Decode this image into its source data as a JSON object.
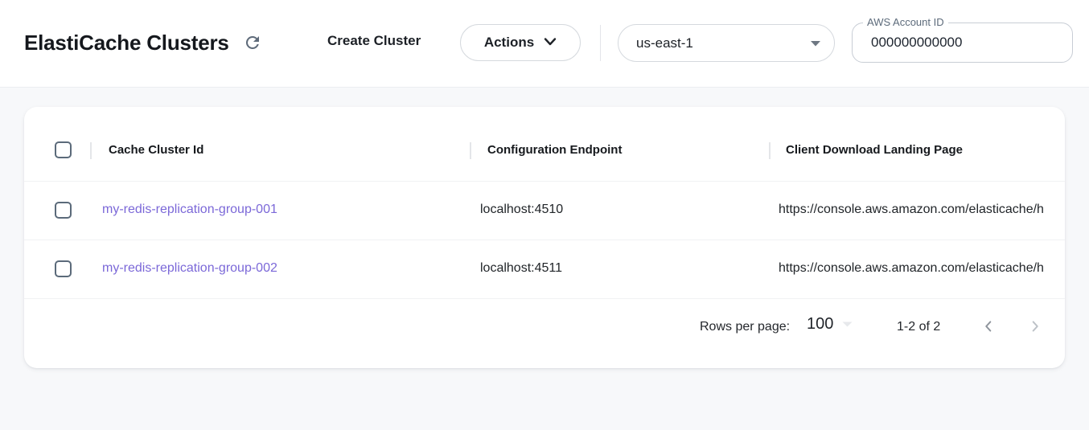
{
  "header": {
    "title": "ElastiCache Clusters",
    "create_button_label": "Create Cluster",
    "actions_button_label": "Actions",
    "region_selected": "us-east-1",
    "account_field": {
      "label": "AWS Account ID",
      "value": "000000000000"
    }
  },
  "table": {
    "columns": {
      "c1": "Cache Cluster Id",
      "c2": "Configuration Endpoint",
      "c3": "Client Download Landing Page"
    },
    "rows": [
      {
        "id": "my-redis-replication-group-001",
        "endpoint": "localhost:4510",
        "landing_page": "https://console.aws.amazon.com/elasticache/h"
      },
      {
        "id": "my-redis-replication-group-002",
        "endpoint": "localhost:4511",
        "landing_page": "https://console.aws.amazon.com/elasticache/h"
      }
    ]
  },
  "pagination": {
    "rows_per_page_label": "Rows per page:",
    "rows_per_page_value": "100",
    "range_label": "1-2 of 2"
  },
  "colors": {
    "link_purple": "#7b68d8",
    "icon_slate": "#5f6b7a",
    "background_gray": "#f7f8fa"
  }
}
